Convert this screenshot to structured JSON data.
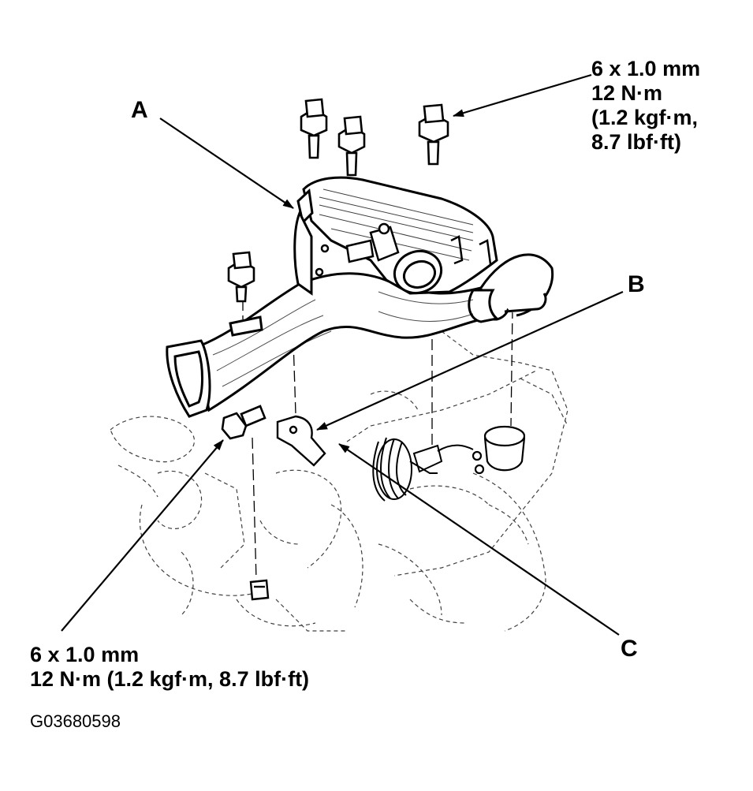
{
  "callouts": {
    "a": "A",
    "b": "B",
    "c": "C"
  },
  "spec_top_right": {
    "line1": "6 x 1.0 mm",
    "line2": "12 N·m",
    "line3": "(1.2 kgf·m,",
    "line4": "8.7 lbf·ft)"
  },
  "spec_bottom_left": {
    "line1": "6 x 1.0 mm",
    "line2": "12 N·m (1.2 kgf·m, 8.7 lbf·ft)"
  },
  "figure_id": "G03680598",
  "colors": {
    "ink": "#000000",
    "paper": "#ffffff"
  }
}
